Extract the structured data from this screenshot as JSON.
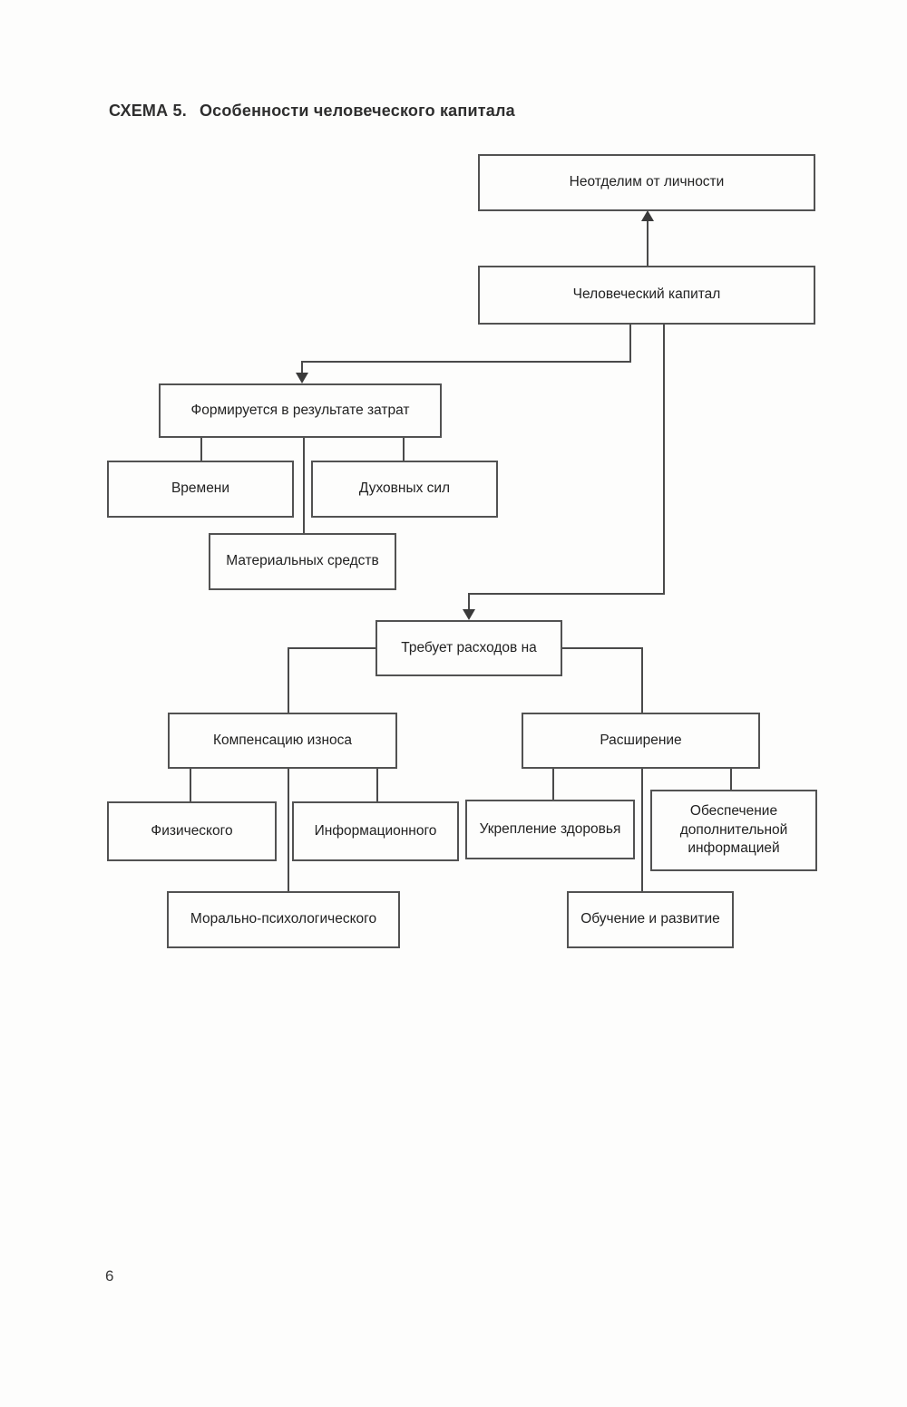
{
  "title": {
    "prefix": "СХЕМА 5.",
    "text": "Особенности человеческого капитала"
  },
  "page_number": "6",
  "nodes": {
    "inseparable": "Неотделим от личности",
    "human_capital": "Человеческий капитал",
    "formed_by_costs": "Формируется в результате затрат",
    "time": "Времени",
    "spiritual_forces": "Духовных сил",
    "material_means": "Материальных средств",
    "requires_expenses": "Требует расходов на",
    "wear_compensation": "Компенсацию износа",
    "expansion": "Расширение",
    "physical": "Физического",
    "informational": "Информационного",
    "health_strengthening": "Укрепление здоровья",
    "additional_information": "Обеспечение дополнительной информацией",
    "moral_psychological": "Морально-психологического",
    "training_development": "Обучение и развитие"
  }
}
